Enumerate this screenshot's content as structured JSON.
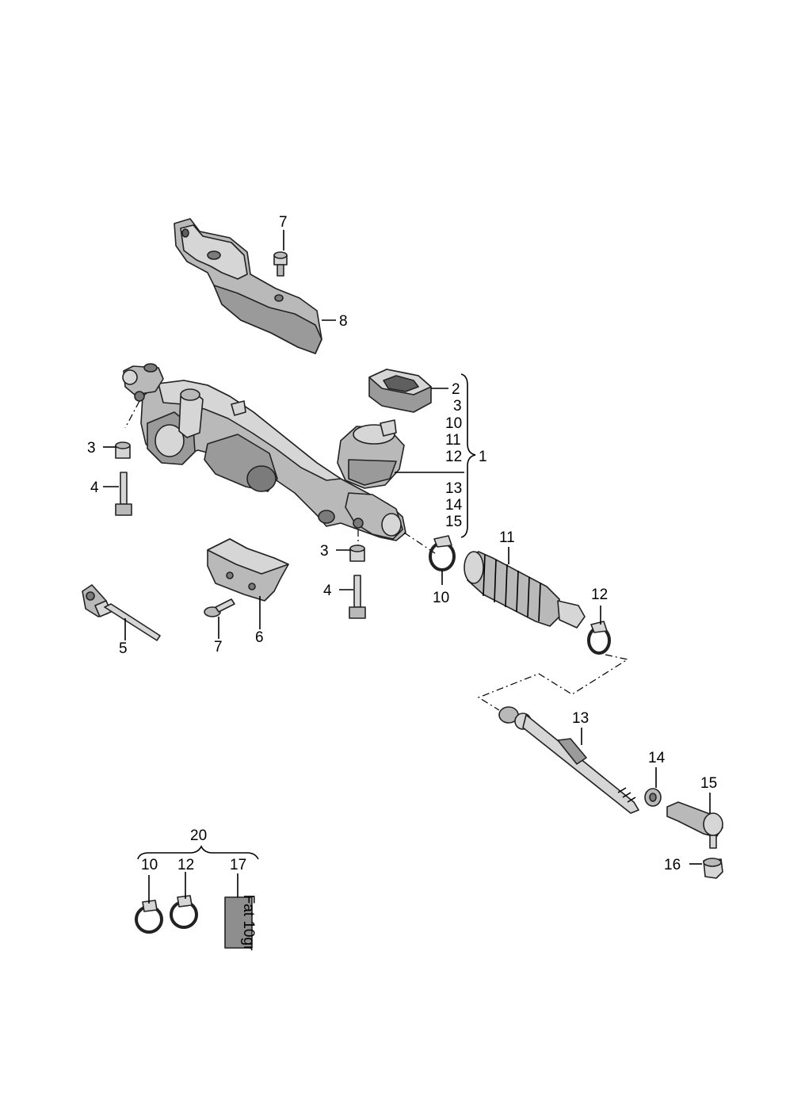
{
  "callouts": {
    "c7_top": "7",
    "c8": "8",
    "c2": "2",
    "c3_list": "3",
    "c10_list": "10",
    "c11_list": "11",
    "c12_list": "12",
    "c1": "1",
    "c13_list": "13",
    "c14_list": "14",
    "c15_list": "15",
    "c3_left": "3",
    "c4_left": "4",
    "c3_mid": "3",
    "c4_mid": "4",
    "c5": "5",
    "c7_bottom": "7",
    "c6": "6",
    "c10_clamp": "10",
    "c11_boot": "11",
    "c12_clamp": "12",
    "c13_rod": "13",
    "c14_nut": "14",
    "c15_end": "15",
    "c16": "16",
    "c20": "20",
    "c10_kit": "10",
    "c12_kit": "12",
    "c17": "17"
  },
  "kit": {
    "fat_label": "Fat 10gr"
  }
}
